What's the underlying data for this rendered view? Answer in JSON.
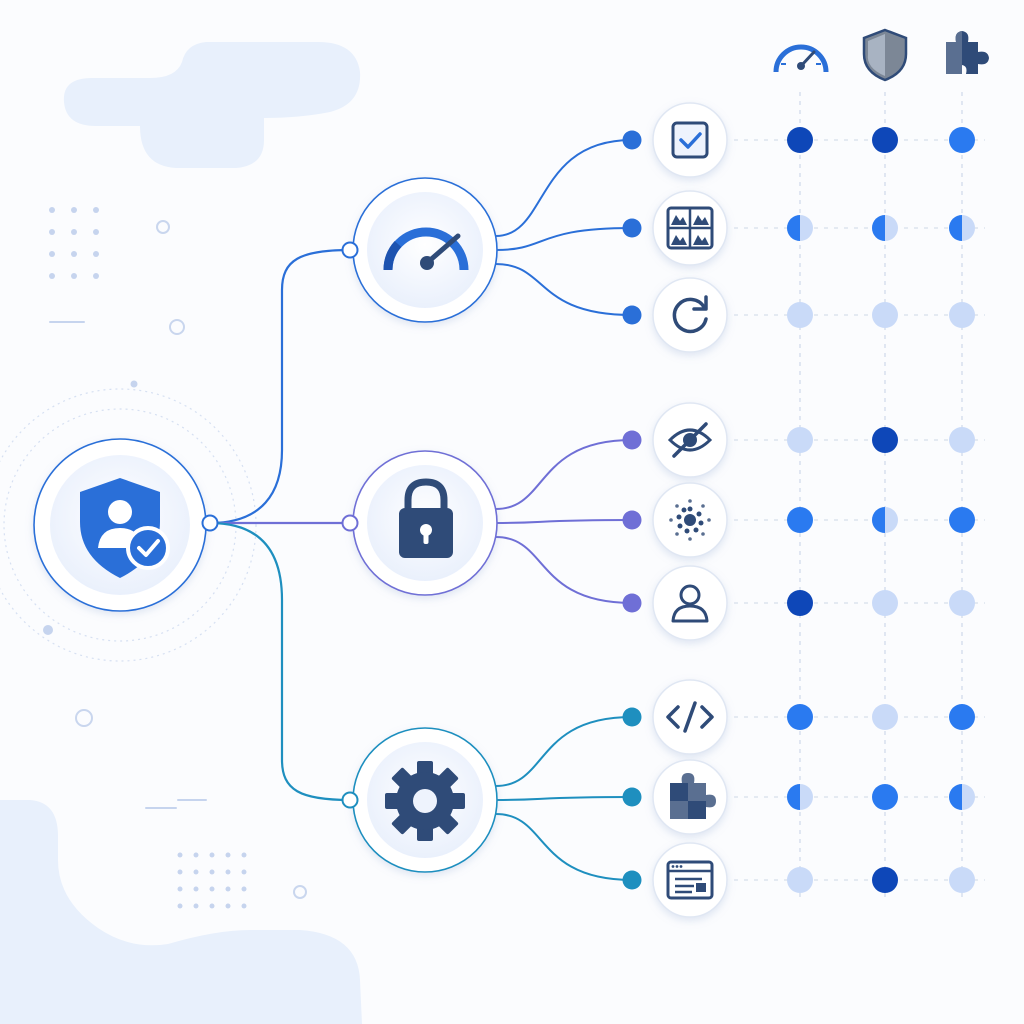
{
  "colors": {
    "background": "#fbfcfe",
    "blob": "#e7effc",
    "branch_blue": "#2a6fd8",
    "branch_purple": "#6f6fd6",
    "branch_teal": "#1e8fbf",
    "node_fill": "#eef3fd",
    "icon_dark": "#2f4b78",
    "icon_blue": "#2a6fd8"
  },
  "root": {
    "icon": "user-shield-check-icon"
  },
  "column_headers": [
    {
      "icon": "speedometer-icon"
    },
    {
      "icon": "shield-icon"
    },
    {
      "icon": "puzzle-icon"
    }
  ],
  "dot_levels": {
    "full_dark": "#0e47b8",
    "full": "#2a7af0",
    "half": "#2a7af0",
    "light": "#c9daf8"
  },
  "categories": [
    {
      "id": "performance",
      "icon": "speedometer-icon",
      "branch_color": "#2a6fd8",
      "items": [
        {
          "icon": "checkbox-icon",
          "levels": [
            "full_dark",
            "full_dark",
            "full"
          ]
        },
        {
          "icon": "gallery-icon",
          "levels": [
            "half",
            "half",
            "half"
          ]
        },
        {
          "icon": "refresh-icon",
          "levels": [
            "light",
            "light",
            "light"
          ]
        }
      ]
    },
    {
      "id": "privacy",
      "icon": "lock-icon",
      "branch_color": "#6f6fd6",
      "items": [
        {
          "icon": "eye-off-icon",
          "levels": [
            "light",
            "full_dark",
            "light"
          ]
        },
        {
          "icon": "dot-cluster-icon",
          "levels": [
            "full",
            "half",
            "full"
          ]
        },
        {
          "icon": "user-outline-icon",
          "levels": [
            "full_dark",
            "light",
            "light"
          ]
        }
      ]
    },
    {
      "id": "extensibility",
      "icon": "gear-icon",
      "branch_color": "#1e8fbf",
      "items": [
        {
          "icon": "code-brackets-icon",
          "levels": [
            "full",
            "light",
            "full"
          ]
        },
        {
          "icon": "puzzle-icon",
          "levels": [
            "half",
            "full",
            "half"
          ]
        },
        {
          "icon": "browser-window-icon",
          "levels": [
            "light",
            "full_dark",
            "light"
          ]
        }
      ]
    }
  ]
}
